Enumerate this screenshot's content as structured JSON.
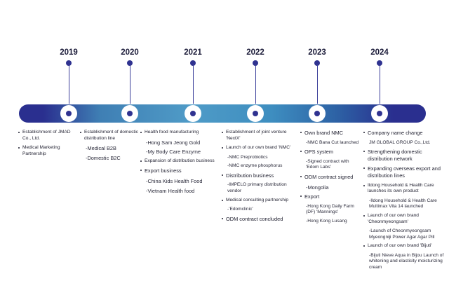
{
  "timeline": {
    "years": [
      "2019",
      "2020",
      "2021",
      "2022",
      "2023",
      "2024"
    ],
    "columns": [
      {
        "items": [
          {
            "text": "Establishment of JMAD Co., Ltd.",
            "subs": []
          },
          {
            "text": "Medical Marketing Partnership",
            "subs": []
          }
        ]
      },
      {
        "items": [
          {
            "text": "Establishment of domestic distribution line",
            "subs": [
              "-Medical B2B",
              "-Domestic B2C"
            ]
          }
        ]
      },
      {
        "items": [
          {
            "text": "Health food manufacturing",
            "subs": [
              "-Hong Sam Jeong Gold",
              "-My Body Care Enzyme"
            ]
          },
          {
            "text": "Expansion of distribution business",
            "subs": []
          },
          {
            "text": "Export business",
            "subs": [
              "-China Kids Health Food",
              "-Vietnam Health food"
            ]
          }
        ]
      },
      {
        "items": [
          {
            "text": "Establishment of joint venture 'NextX'",
            "subs": []
          },
          {
            "text": "Launch of our own brand 'NMC'",
            "subs": [
              "-NMC Preprobiotics",
              "-NMC enzyme phosphorus"
            ]
          },
          {
            "text": "Distribution business",
            "subs": [
              "-IMPELO primary distribution vendor"
            ]
          },
          {
            "text": "Medical consulting partnership",
            "subs": [
              "-'Edomclinic'"
            ]
          },
          {
            "text": "ODM contract concluded",
            "subs": []
          }
        ]
      },
      {
        "items": [
          {
            "text": "Own brand NMC",
            "subs": [
              "-NMC Bana Cut launched"
            ]
          },
          {
            "text": "OPS system",
            "subs": [
              "-Signed contract with 'Edom Labs'"
            ]
          },
          {
            "text": "ODM contract signed",
            "subs": [
              "-Mongolia"
            ]
          },
          {
            "text": "Export",
            "subs": [
              "-Hong Kong Daily Farm (DF) 'Mannings'",
              "-Hong Kong Lusang"
            ]
          }
        ]
      },
      {
        "items": [
          {
            "text": "Company name change",
            "subs": [
              "JM GLOBAL GROUP Co.,Ltd."
            ]
          },
          {
            "text": "Strengthening domestic distribution network",
            "subs": []
          },
          {
            "text": "Expanding overseas export and distribution lines",
            "subs": []
          },
          {
            "text": "Ildong Household & Health Care launches its own product",
            "subs": [
              "-Ildong Household & Health Care Multimax Vita 14 launched"
            ]
          },
          {
            "text": "Launch of our own brand 'Cheonmyeongsam'",
            "subs": [
              "-Launch of Cheonmyeongsam Myeongniji Power Agar Agar Pill"
            ]
          },
          {
            "text": "Launch of our own brand 'Bijuti'",
            "subs": [
              "-Bijuti Nieve Aqua in Bijou Launch of whitening and elasticity moisturizing cream"
            ]
          }
        ]
      }
    ]
  }
}
